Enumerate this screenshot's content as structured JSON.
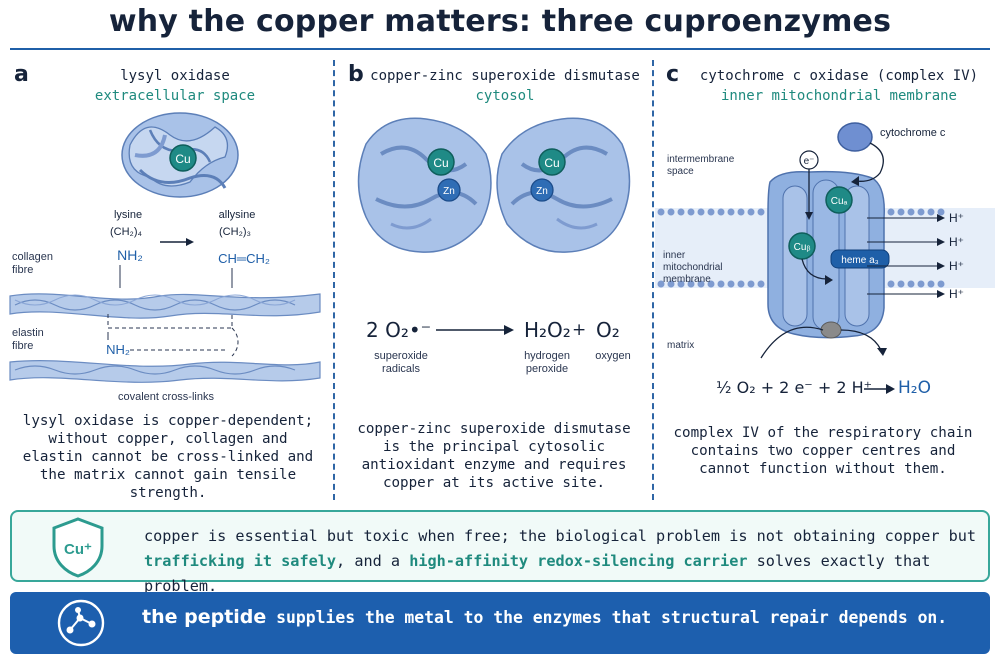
{
  "title": "why the copper matters: three cuproenzymes",
  "panels": {
    "a": {
      "letter": "a",
      "title": "lysyl oxidase",
      "location": "extracellular space",
      "metal": "Cu",
      "lysine_label": "lysine",
      "lysine_chain": "(CH₂)₄",
      "lysine_group": "NH₂",
      "allysine_label": "allysine",
      "allysine_chain": "(CH₂)₃",
      "allysine_group": "CH═CH₂",
      "collagen_label_1": "collagen",
      "collagen_label_2": "fibre",
      "elastin_label_1": "elastin",
      "elastin_label_2": "fibre",
      "elastin_group": "NH₂",
      "crosslinks_label": "covalent cross-links",
      "caption": "lysyl oxidase is copper-dependent; without copper, collagen and elastin cannot be cross-linked and the matrix cannot gain tensile strength."
    },
    "b": {
      "letter": "b",
      "title": "copper-zinc superoxide dismutase",
      "location": "cytosol",
      "metal_cu": "Cu",
      "metal_zn": "Zn",
      "reactant": "2 O₂•⁻",
      "product_1": "H₂O₂",
      "plus": "+",
      "product_2": "O₂",
      "reactant_name_1": "superoxide",
      "reactant_name_2": "radicals",
      "product_1_name_1": "hydrogen",
      "product_1_name_2": "peroxide",
      "product_2_name": "oxygen",
      "caption": "copper-zinc superoxide dismutase is the principal cytosolic antioxidant enzyme and requires copper at its active site."
    },
    "c": {
      "letter": "c",
      "title": "cytochrome c oxidase (complex IV)",
      "location": "inner mitochondrial membrane",
      "cytochrome_label": "cytochrome c",
      "electron": "e⁻",
      "cu_a": "Cuₐ",
      "cu_b": "Cuᵦ",
      "heme": "heme a₃",
      "ims_label_1": "intermembrane",
      "ims_label_2": "space",
      "membrane_label_1": "inner",
      "membrane_label_2": "mitochondrial",
      "membrane_label_3": "membrane",
      "matrix_label": "matrix",
      "proton": "H⁺",
      "equation_left": "½ O₂  +  2 e⁻  +  2 H⁺",
      "equation_right": "H₂O",
      "caption": "complex IV of the respiratory chain contains two copper centres and cannot function without them."
    }
  },
  "note": {
    "icon_text": "Cu⁺",
    "part1": "copper is essential but toxic when free; the biological problem is not obtaining copper but ",
    "highlight1": "trafficking it safely",
    "part2": ", and a ",
    "highlight2": "high-affinity redox-silencing carrier",
    "part3": " solves exactly that problem."
  },
  "banner": {
    "strong": "the peptide",
    "rest": " supplies the metal to the enzymes that structural repair depends on."
  },
  "colors": {
    "accent_blue": "#1f5fa8",
    "teal": "#1f8a7e",
    "protein": "#a9c2e8",
    "banner": "#1d5fae"
  }
}
